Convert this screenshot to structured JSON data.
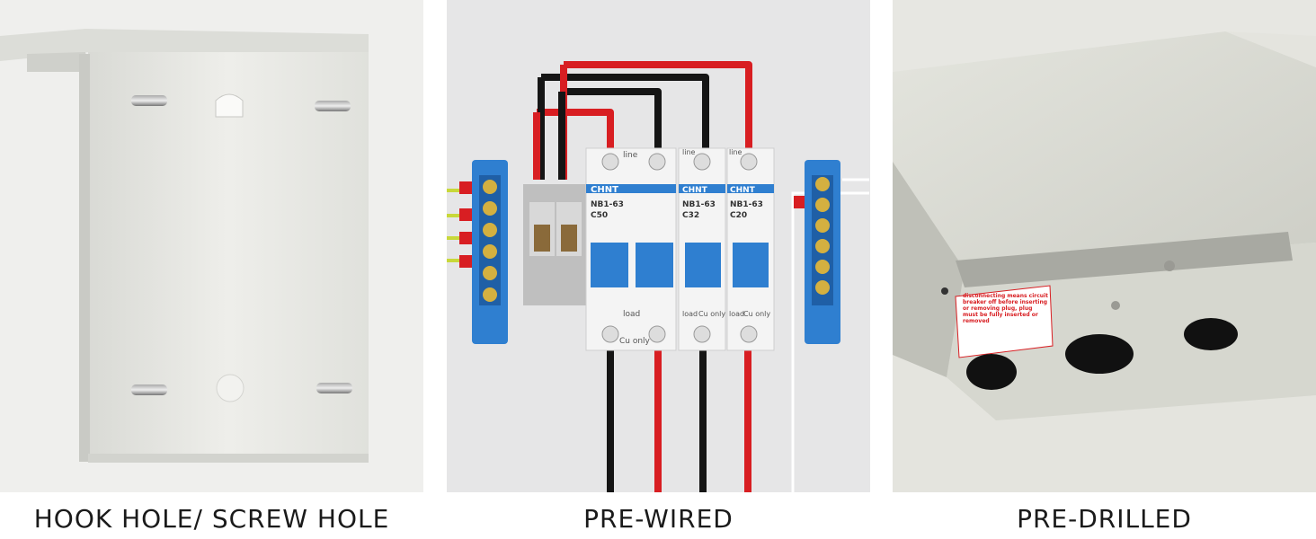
{
  "panels": [
    {
      "caption": "HOOK HOLE/ SCREW HOLE"
    },
    {
      "caption": "PRE-WIRED"
    },
    {
      "caption": "PRE-DRILLED"
    }
  ],
  "breakers": {
    "brand": "CHNT",
    "main": {
      "model": "NB1-63",
      "rating": "C50",
      "top_label": "line",
      "bottom_label": "load",
      "bottom_note": "Cu only"
    },
    "b2": {
      "model": "NB1-63",
      "rating": "C32",
      "side_top": "line",
      "side_bottom": "load",
      "cu": "Cu only"
    },
    "b3": {
      "model": "NB1-63",
      "rating": "C20",
      "side_top": "line",
      "side_bottom": "load",
      "cu": "Cu only"
    }
  },
  "label_text": "disconnecting means circuit breaker off before inserting or removing plug, plug must be fully inserted or removed",
  "colors": {
    "box": "#e6e7e2",
    "blue": "#2f7fd0",
    "red": "#d81e22",
    "black": "#151515",
    "bg2": "#e6e6e7"
  }
}
